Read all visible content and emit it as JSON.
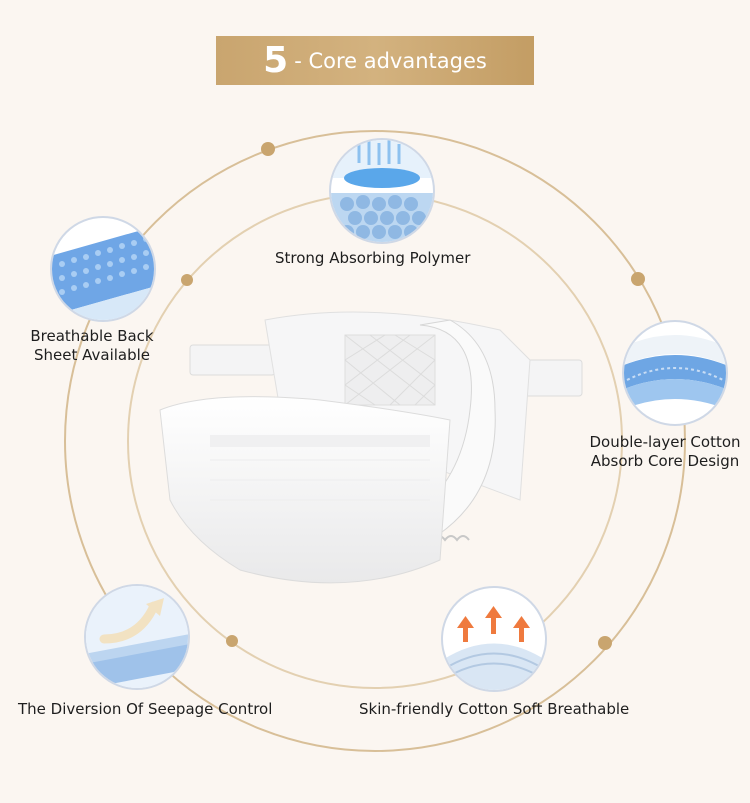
{
  "header": {
    "number": "5",
    "title": "- Core advantages"
  },
  "features": [
    {
      "label": "Strong Absorbing Polymer",
      "icon": "polymer-granules-icon"
    },
    {
      "label": "Breathable Back Sheet Available",
      "line1": "Breathable Back",
      "line2": "Sheet Available",
      "icon": "breathable-sheet-icon"
    },
    {
      "label": "Double-layer Cotton Absorb Core Design",
      "line1": "Double-layer Cotton",
      "line2": "Absorb Core Design",
      "icon": "double-layer-core-icon"
    },
    {
      "label": "The Diversion Of Seepage Control",
      "icon": "seepage-diversion-icon"
    },
    {
      "label": "Skin-friendly Cotton Soft Breathable",
      "icon": "breathable-airflow-icon"
    }
  ],
  "colors": {
    "gold": "#c9a56f",
    "background": "#fbf6f1",
    "accent_blue": "#6fa6e6"
  }
}
